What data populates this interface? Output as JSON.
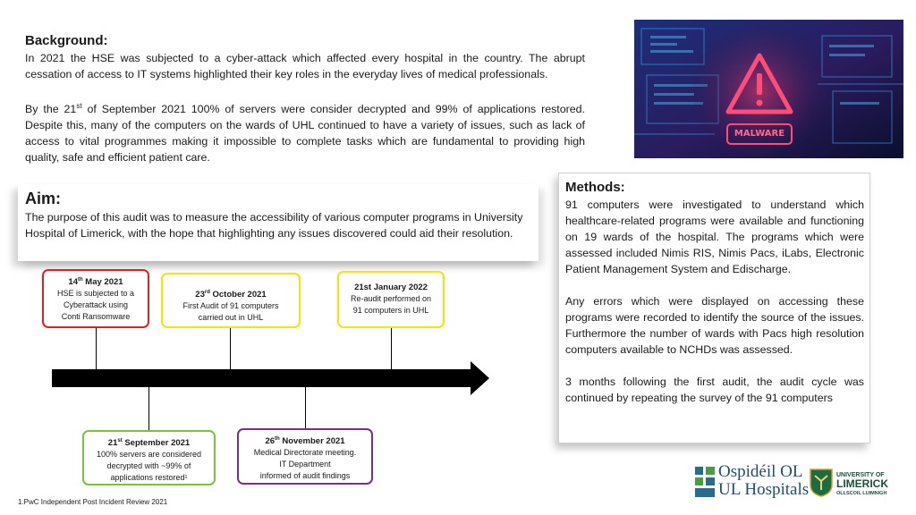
{
  "background": {
    "title": "Background:",
    "para1": "In 2021 the HSE was subjected to a cyber-attack which affected every hospital in the country. The abrupt cessation of access to IT systems highlighted their key roles in the everyday lives of medical professionals.",
    "para2_pre": "By the 21",
    "para2_sup": "st",
    "para2_post": " of September 2021 100% of servers were consider decrypted and 99% of applications restored. Despite this, many of the computers on the wards of UHL continued to have a variety of issues, such as lack of access to vital programmes making it impossible to  complete tasks which are fundamental to providing high quality, safe and efficient patient care."
  },
  "hero_image": {
    "caption": "MALWARE"
  },
  "aim": {
    "title": "Aim:",
    "text": "The purpose of this audit was to measure the accessibility of various computer programs in University Hospital of Limerick, with the hope that highlighting any issues discovered could aid their resolution."
  },
  "methods": {
    "title": "Methods:",
    "para1": "91 computers were investigated to understand which healthcare-related programs were available and functioning on 19 wards of the hospital. The programs which were assessed included Nimis RIS, Nimis Pacs, iLabs, Electronic Patient Management System and Edischarge.",
    "para2": "Any errors which were displayed on accessing these programs were recorded to identify the source of the issues. Furthermore the number of wards with Pacs high resolution computers available to NCHDs was assessed.",
    "para3": "3 months following the first audit, the audit cycle was continued by repeating the survey of the 91 computers"
  },
  "timeline": {
    "e1": {
      "date_pre": "14",
      "date_sup": "th",
      "date_post": " May 2021",
      "l1": "HSE is subjected to a",
      "l2": "Cyberattack using",
      "l3": "Conti Ransomware"
    },
    "e2": {
      "date_pre": "23",
      "date_sup": "rd",
      "date_post": " October 2021",
      "l1": "First Audit of 91 computers",
      "l2": "carried out in UHL"
    },
    "e3": {
      "date": "21st January 2022",
      "l1": "Re-audit performed on",
      "l2": "91 computers in UHL"
    },
    "e4": {
      "date_pre": "21",
      "date_sup": "st",
      "date_post": " September 2021",
      "l1": "100% servers are considered",
      "l2": "decrypted with ~99% of",
      "l3": "applications restored¹"
    },
    "e5": {
      "date_pre": "26",
      "date_sup": "th",
      "date_post": " November 2021",
      "l1": "Medical Directorate meeting.",
      "l2": "IT Department",
      "l3": "informed of audit findings"
    }
  },
  "footnote": "1.PwC Independent Post Incident Review 2021",
  "logos": {
    "hospital_line1": "Ospidéil OL",
    "hospital_line2": "UL Hospitals",
    "ul_line1": "UNIVERSITY OF",
    "ul_line2": "LIMERICK",
    "ul_line3": "OLLSCOIL LUIMNIGH"
  },
  "colors": {
    "timeline_red": "#e02020",
    "timeline_yellow": "#f2e600",
    "timeline_green": "#7ac142",
    "timeline_purple": "#7b2d8e"
  }
}
